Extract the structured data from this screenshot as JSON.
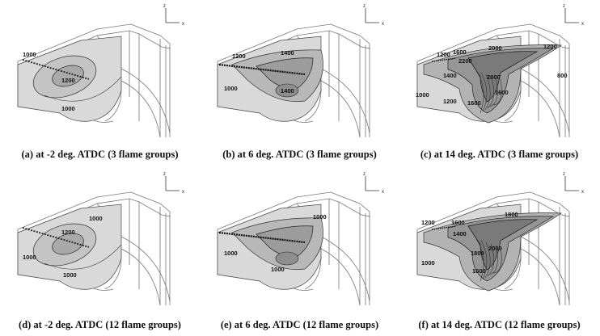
{
  "figure": {
    "panels": [
      {
        "id": "a",
        "caption": "(a) at -2 deg. ATDC (3 flame groups)",
        "style": "early",
        "labels": [
          "1000",
          "1200",
          "1000"
        ]
      },
      {
        "id": "b",
        "caption": "(b) at 6 deg. ATDC (3 flame groups)",
        "style": "mid",
        "labels": [
          "1200",
          "1400",
          "1400",
          "1000"
        ]
      },
      {
        "id": "c",
        "caption": "(c) at 14 deg. ATDC (3 flame groups)",
        "style": "late",
        "labels": [
          "1200",
          "1600",
          "2000",
          "1200",
          "2200",
          "1400",
          "2000",
          "1000",
          "1200",
          "1600",
          "1600",
          "800"
        ]
      },
      {
        "id": "d",
        "caption": "(d) at -2 deg. ATDC (12 flame groups)",
        "style": "early",
        "labels": [
          "1000",
          "1200",
          "1000",
          "1000"
        ]
      },
      {
        "id": "e",
        "caption": "(e) at 6 deg. ATDC (12 flame groups)",
        "style": "mid",
        "labels": [
          "1000",
          "1000",
          "1000"
        ]
      },
      {
        "id": "f",
        "caption": "(f) at 14 deg. ATDC (12 flame groups)",
        "style": "late",
        "labels": [
          "1200",
          "1800",
          "1400",
          "1600",
          "2000",
          "1800",
          "1600",
          "1000"
        ]
      }
    ],
    "axes": {
      "z": "z",
      "x": "x"
    }
  }
}
